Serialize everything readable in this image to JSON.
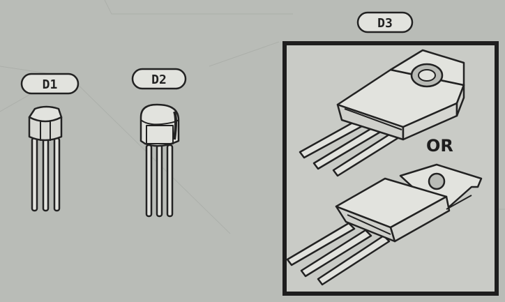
{
  "labels": {
    "d1": "D1",
    "d2": "D2",
    "d3": "D3",
    "or": "OR"
  },
  "colors": {
    "background": "#b9bcb7",
    "ink": "#222222",
    "paper": "#e2e3de",
    "frame": "#1e1e1e"
  }
}
